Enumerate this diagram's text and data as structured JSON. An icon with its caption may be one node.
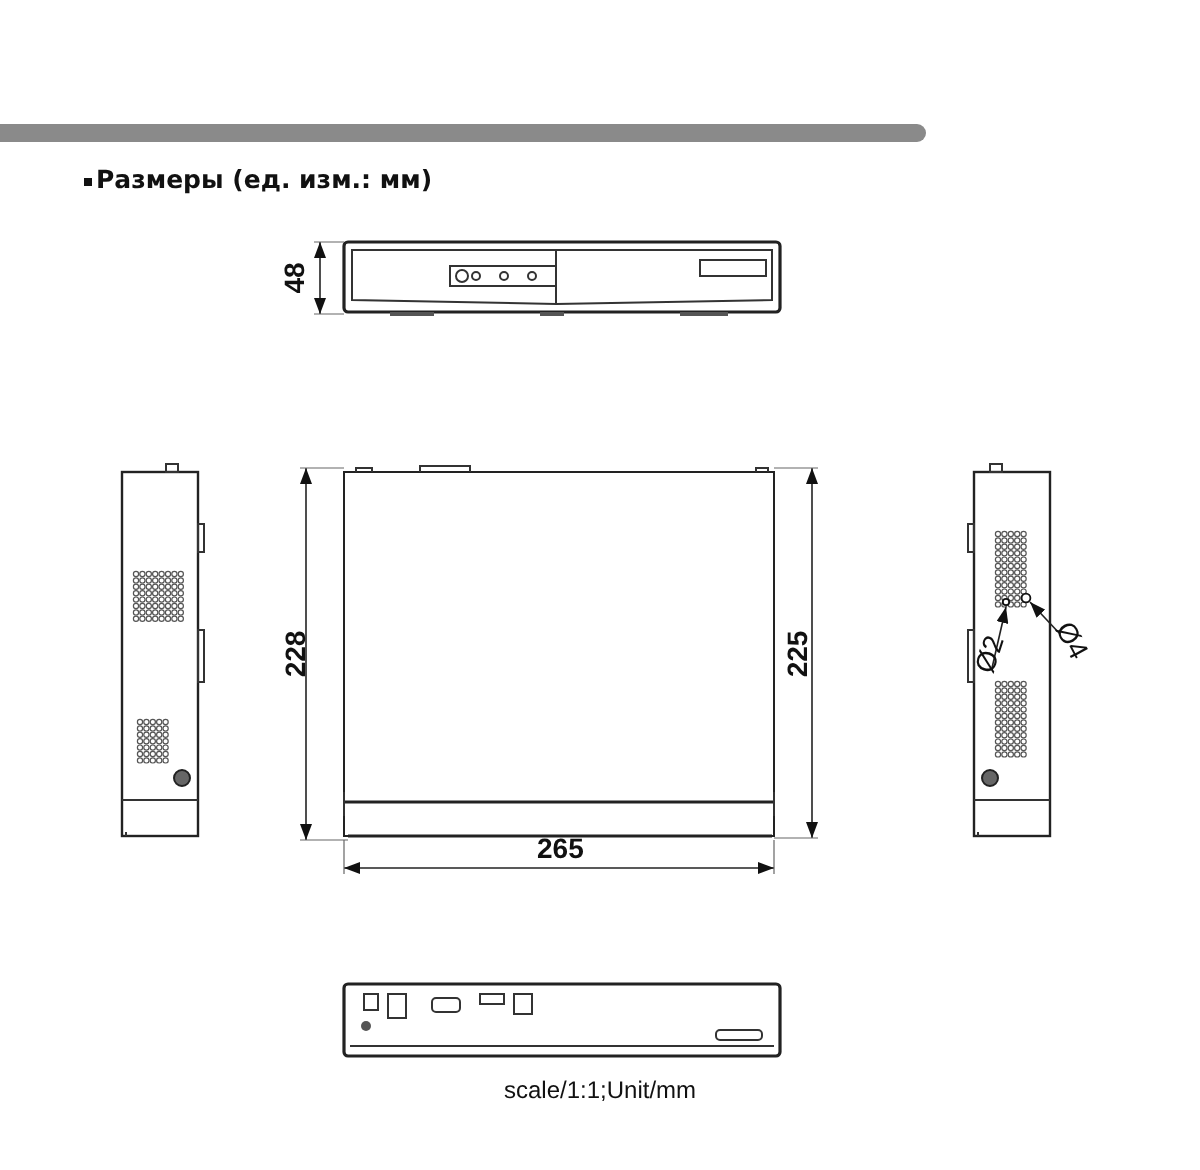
{
  "diagram": {
    "title": "Размеры (ед. изм.: мм)",
    "caption": "scale/1:1;Unit/mm",
    "nodes": [
      {
        "text": [
          "Ø2"
        ]
      },
      {
        "text": [
          "Ø4"
        ]
      },
      {
        "text": [],
        "shape": "circle"
      },
      {
        "text": [],
        "shape": "circle"
      }
    ],
    "edges": [
      {
        "from": 0,
        "to": 2,
        "arrow": "to"
      },
      {
        "from": 1,
        "to": 3,
        "arrow": "to"
      }
    ],
    "labels": [
      "48",
      "228",
      "225",
      "265"
    ]
  }
}
